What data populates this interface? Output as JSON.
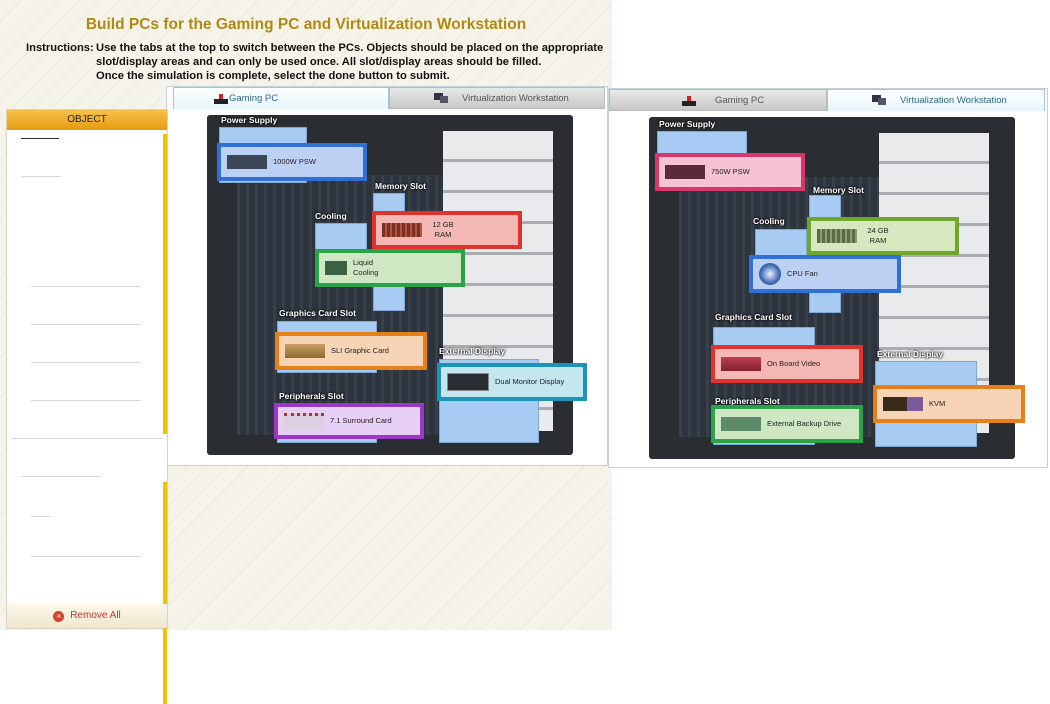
{
  "title": "Build PCs for the Gaming PC and Virtualization Workstation",
  "instructions": {
    "label": "Instructions:",
    "lines": [
      "Use the tabs at the top to switch between the PCs. Objects should be placed on the appropriate",
      "slot/display areas and can only be used once. All slot/display areas should be filled.",
      "Once the simulation is complete, select the done button to submit."
    ]
  },
  "object_panel": {
    "header": "OBJECT",
    "remove_all": "Remove All"
  },
  "tabs": {
    "gaming": "Gaming PC",
    "virtualization": "Virtualization Workstation"
  },
  "slots": {
    "power": "Power Supply",
    "memory": "Memory Slot",
    "cooling": "Cooling",
    "graphics": "Graphics Card Slot",
    "external": "External Display",
    "peripherals": "Peripherals Slot"
  },
  "gaming_items": {
    "psu": "1000W PSW",
    "ram": "12 GB RAM",
    "cooling": "Liquid Cooling",
    "graphics": "SLI Graphic Card",
    "display": "Dual Monitor Display",
    "peripheral": "7.1 Surround Card"
  },
  "workstation_items": {
    "psu": "750W PSW",
    "ram": "24 GB RAM",
    "cooling": "CPU Fan",
    "graphics": "On Board Video",
    "display": "KVM",
    "peripheral": "External Backup Drive"
  },
  "colors": {
    "blue": "#2f6fd6",
    "red": "#e0332e",
    "green": "#2aa348",
    "orange": "#e5801a",
    "cyan": "#1c93b8",
    "purple": "#9b38c8",
    "pink": "#d8376b"
  }
}
